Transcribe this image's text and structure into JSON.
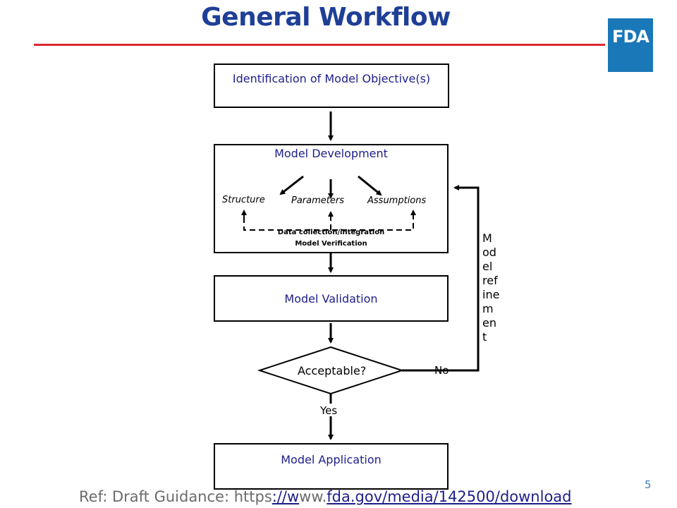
{
  "title": "General Workflow",
  "logo_text": "FDA",
  "colors": {
    "title": "#1f3f96",
    "rule": "#d7282f",
    "logo_bg": "#1a77b8",
    "box_text": "#1e1e8c"
  },
  "boxes": {
    "objective": {
      "prefix": "Identification of ",
      "text": "Model Objective(s)"
    },
    "development": "Model Development",
    "validation": "Model Validation",
    "application": "Model Application"
  },
  "development_items": {
    "structure": "Structure",
    "parameters": "Parameters",
    "assumptions": "Assumptions"
  },
  "development_notes": {
    "line1": "Data collection/integration",
    "line2": "Model Verification"
  },
  "decision": {
    "text": "Acceptable?",
    "no": "No",
    "yes": "Yes"
  },
  "refinement_lines": [
    "M",
    "od",
    "el",
    "ref",
    "ine",
    "m",
    "en",
    "t"
  ],
  "reference": {
    "prefix": "Ref: Draft Guidance: https",
    "link1": "://w",
    "mid": "ww.",
    "link2": "fda.gov/media/142500/download"
  },
  "page_number": "5"
}
